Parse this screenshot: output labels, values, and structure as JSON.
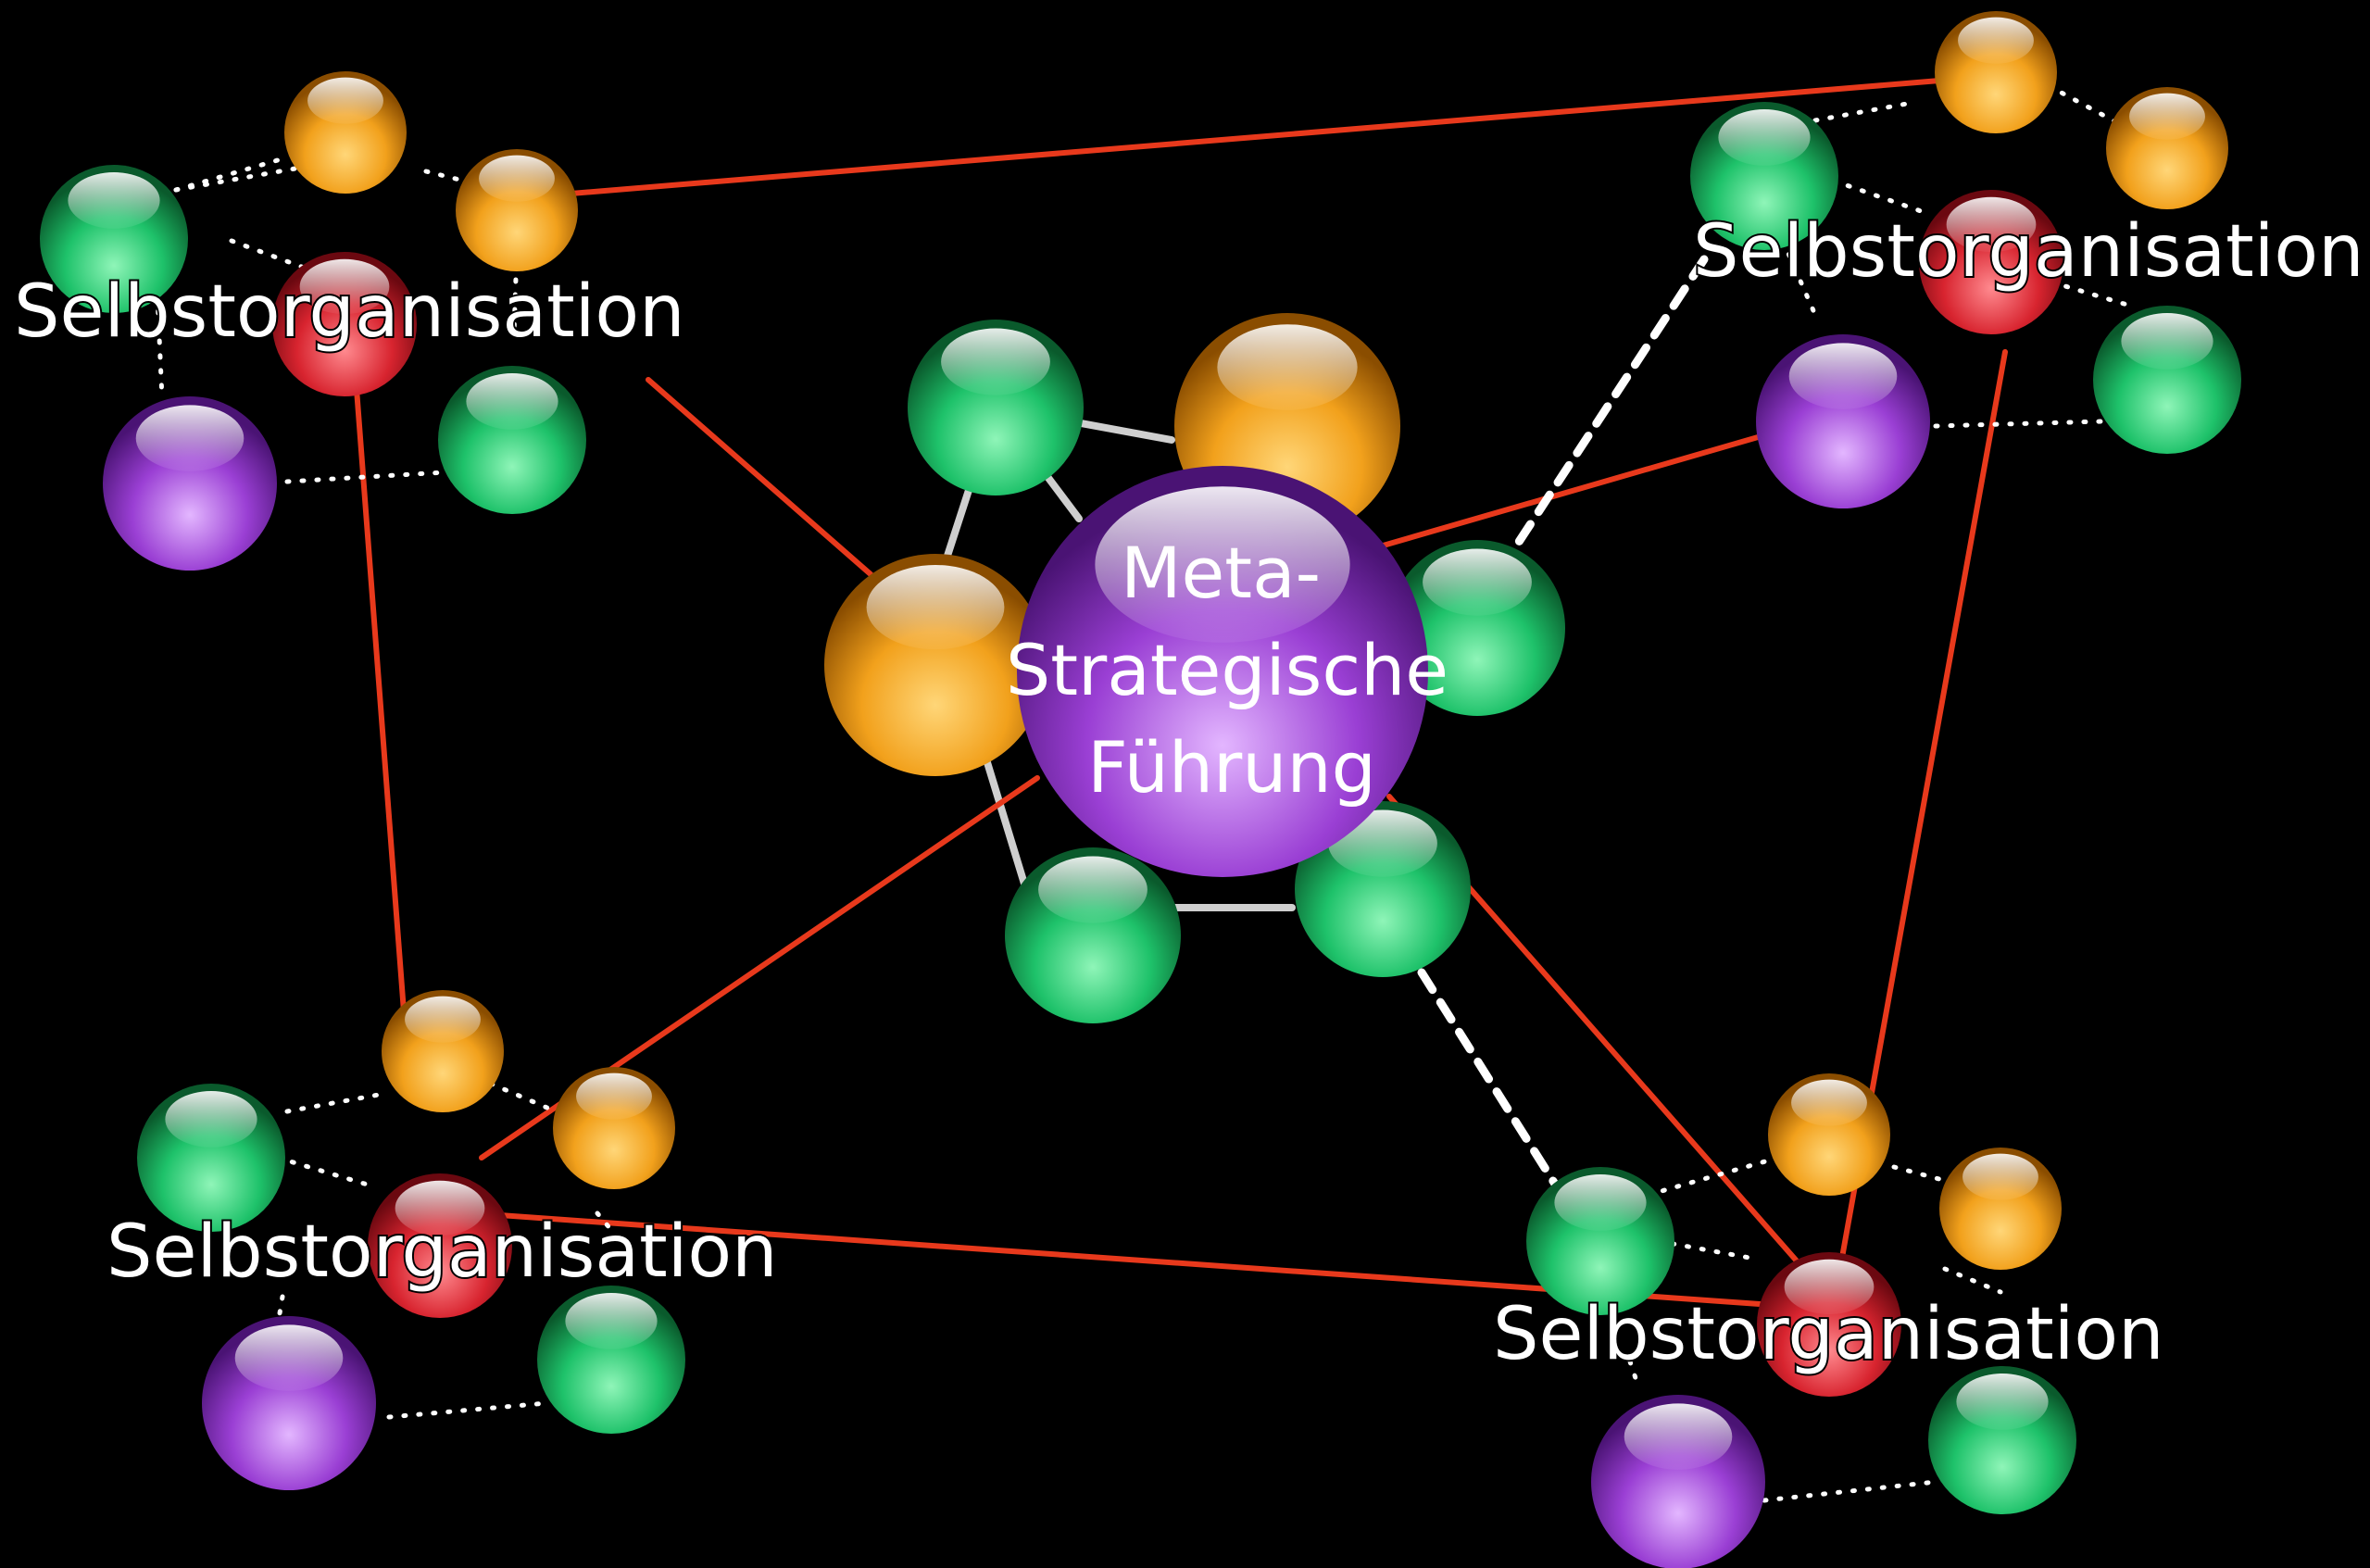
{
  "center": {
    "lines": [
      "Meta-",
      "Strategische",
      "Führung"
    ]
  },
  "clusters": [
    {
      "label": "Selbstorganisation"
    },
    {
      "label": "Selbstorganisation"
    },
    {
      "label": "Selbstorganisation"
    },
    {
      "label": "Selbstorganisation"
    }
  ],
  "colors": {
    "background": "#000000",
    "link": "#e8391c",
    "orange": "#f2a11c",
    "green": "#1ec26a",
    "red": "#d8242f",
    "purple": "#9a3fd4",
    "dotted": "#ffffff"
  }
}
